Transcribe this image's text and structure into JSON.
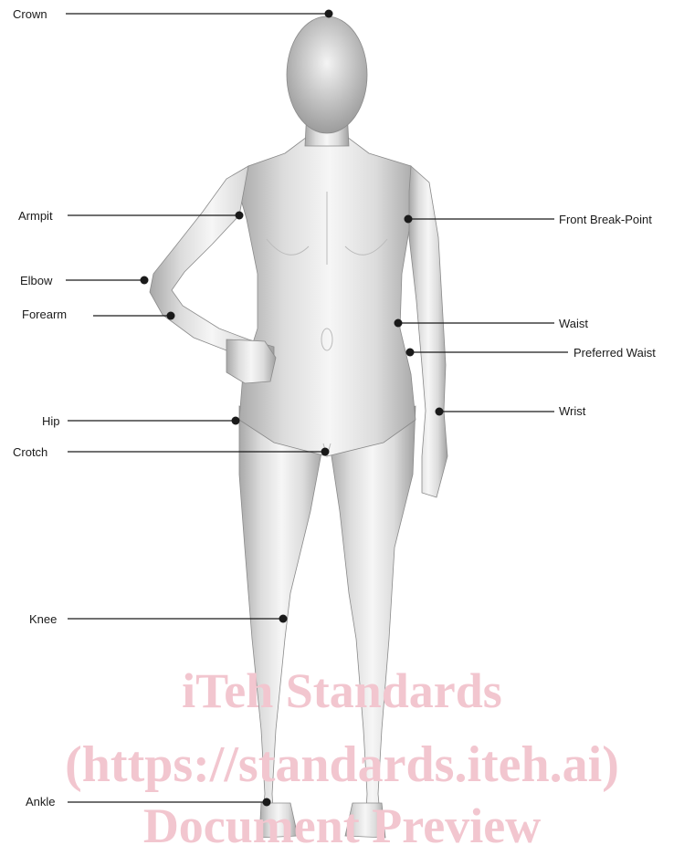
{
  "labels": {
    "crown": "Crown",
    "armpit": "Armpit",
    "elbow": "Elbow",
    "forearm": "Forearm",
    "hip": "Hip",
    "crotch": "Crotch",
    "knee": "Knee",
    "ankle": "Ankle",
    "front_break_point": "Front Break-Point",
    "waist": "Waist",
    "preferred_waist": "Preferred Waist",
    "wrist": "Wrist"
  },
  "watermark": {
    "line1": "iTeh Standards",
    "line2": "(https://standards.iteh.ai)",
    "line3": "Document Preview"
  },
  "colors": {
    "line": "#1a1a1a",
    "watermark": "#f2c6cf",
    "body_light": "#f4f4f4",
    "body_dark": "#9a9a9a"
  }
}
